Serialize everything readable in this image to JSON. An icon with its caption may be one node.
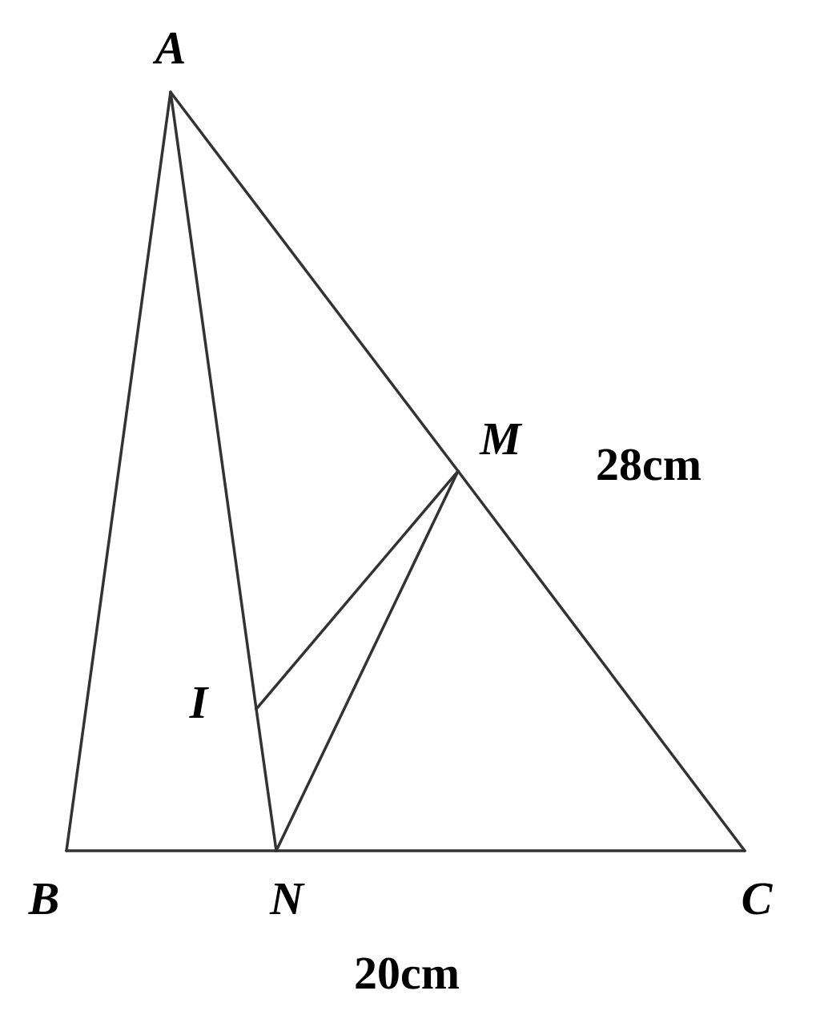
{
  "diagram": {
    "nodes": [
      {
        "text": [
          "A"
        ]
      },
      {
        "text": [
          "B"
        ]
      },
      {
        "text": [
          "N"
        ]
      },
      {
        "text": [
          "C"
        ]
      },
      {
        "text": [
          "M"
        ]
      },
      {
        "text": [
          "I"
        ]
      }
    ],
    "edges": [
      {
        "from": 0,
        "to": 1,
        "arrow": "none"
      },
      {
        "from": 1,
        "to": 2,
        "arrow": "none"
      },
      {
        "from": 2,
        "to": 3,
        "arrow": "none"
      },
      {
        "from": 0,
        "to": 4,
        "arrow": "none"
      },
      {
        "from": 4,
        "to": 3,
        "arrow": "none"
      },
      {
        "from": 0,
        "to": 5,
        "arrow": "none"
      },
      {
        "from": 5,
        "to": 2,
        "arrow": "none"
      },
      {
        "from": 5,
        "to": 4,
        "arrow": "none"
      },
      {
        "from": 4,
        "to": 2,
        "arrow": "none"
      }
    ],
    "labels": [
      "28cm",
      "20cm"
    ]
  }
}
